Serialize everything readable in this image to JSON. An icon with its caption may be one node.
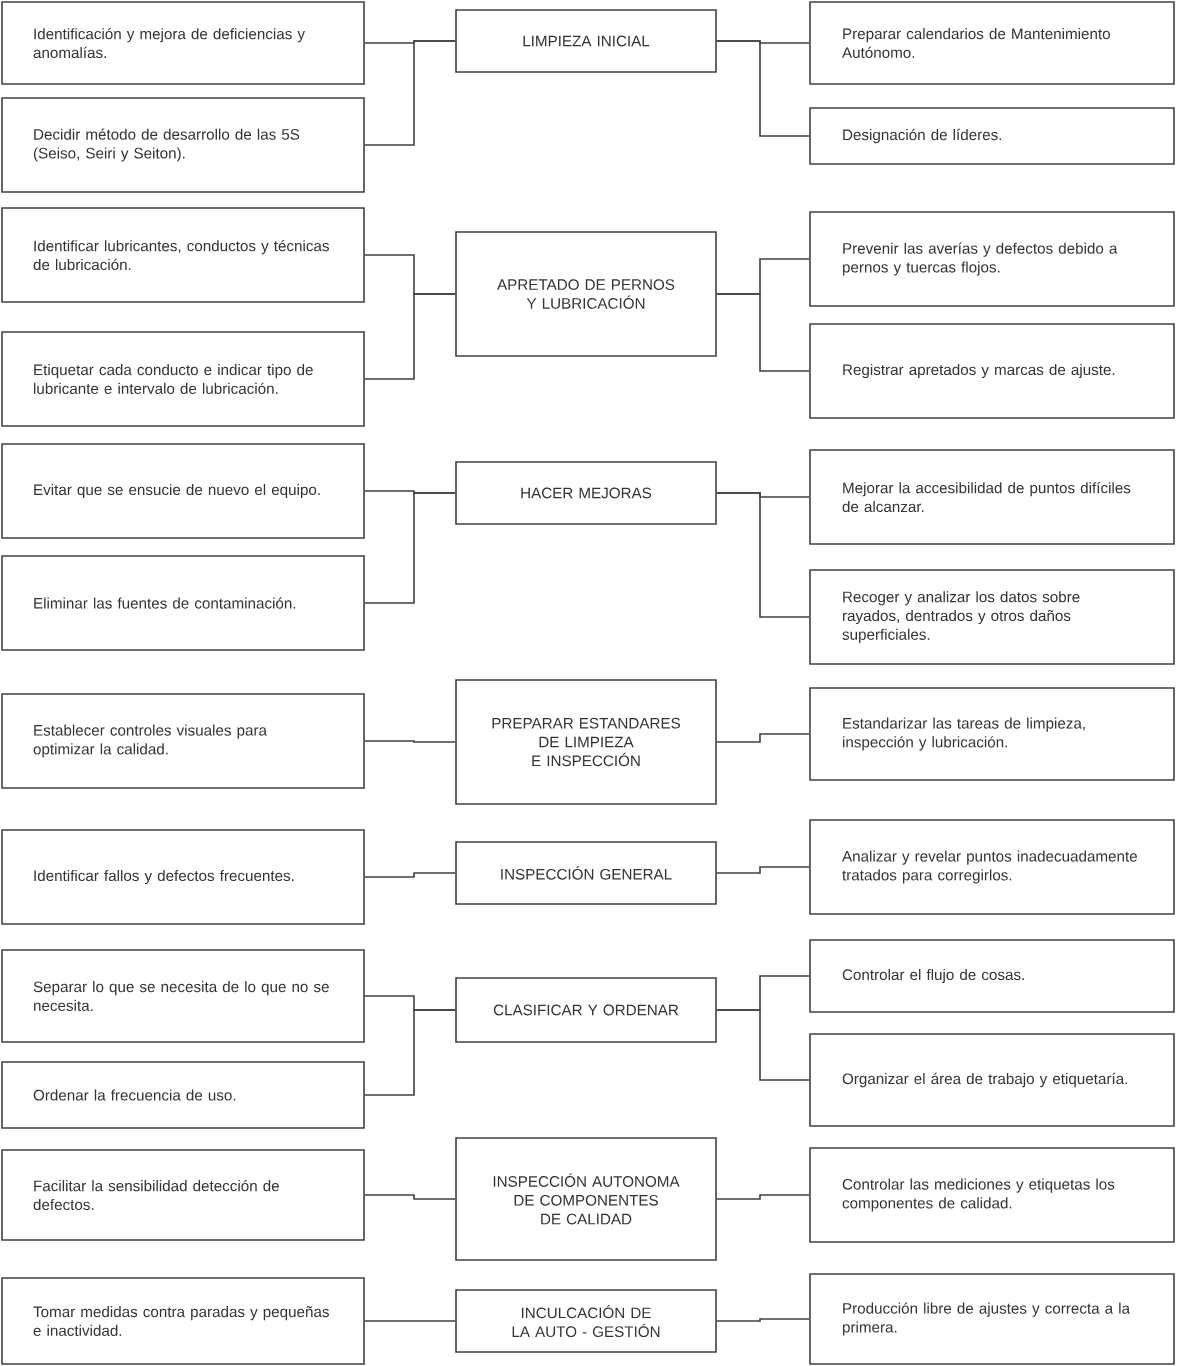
{
  "diagram": {
    "nodes": [
      {
        "text": [
          "Identificación y mejora de deficiencias y anomalías."
        ]
      },
      {
        "text": [
          "Decidir método de desarrollo de las 5S (Seiso, Seiri y Seiton)."
        ]
      },
      {
        "text": [
          "LIMPIEZA INICIAL"
        ]
      },
      {
        "text": [
          "Preparar calendarios de Mantenimiento Autónomo."
        ]
      },
      {
        "text": [
          "Designación de líderes."
        ]
      },
      {
        "text": [
          "Identificar lubricantes, conductos y técnicas de lubricación."
        ]
      },
      {
        "text": [
          "Etiquetar cada conducto e indicar tipo de lubricante e intervalo de lubricación."
        ]
      },
      {
        "text": [
          "APRETADO DE PERNOS Y LUBRICACIÓN"
        ]
      },
      {
        "text": [
          "Prevenir las averías y defectos debido a pernos y tuercas flojos."
        ]
      },
      {
        "text": [
          "Registrar apretados y marcas de ajuste."
        ]
      },
      {
        "text": [
          "Evitar que se ensucie de nuevo el equipo."
        ]
      },
      {
        "text": [
          "Eliminar las fuentes de contaminación."
        ]
      },
      {
        "text": [
          "HACER MEJORAS"
        ]
      },
      {
        "text": [
          "Mejorar la accesibilidad de puntos difíciles de alcanzar."
        ]
      },
      {
        "text": [
          "Recoger y analizar los datos sobre rayados, dentrados y otros daños superficiales."
        ]
      },
      {
        "text": [
          "Establecer controles visuales para optimizar la calidad."
        ]
      },
      {
        "text": [
          "PREPARAR ESTANDARES DE LIMPIEZA E INSPECCIÓN"
        ]
      },
      {
        "text": [
          "Estandarizar las tareas de limpieza, inspección y lubricación."
        ]
      },
      {
        "text": [
          "Identificar fallos y defectos frecuentes."
        ]
      },
      {
        "text": [
          "INSPECCIÓN GENERAL"
        ]
      },
      {
        "text": [
          "Analizar y revelar puntos inadecuadamente tratados para corregirlos."
        ]
      },
      {
        "text": [
          "Separar lo que se necesita de lo que no se necesita."
        ]
      },
      {
        "text": [
          "Ordenar la frecuencia de uso."
        ]
      },
      {
        "text": [
          "CLASIFICAR Y ORDENAR"
        ]
      },
      {
        "text": [
          "Controlar el flujo de cosas."
        ]
      },
      {
        "text": [
          "Organizar el área de trabajo y etiquetaría."
        ]
      },
      {
        "text": [
          "Facilitar la sensibilidad detección de defectos."
        ]
      },
      {
        "text": [
          "INSPECCIÓN AUTONOMA DE COMPONENTES DE CALIDAD"
        ]
      },
      {
        "text": [
          "Controlar las mediciones y etiquetas los componentes de calidad."
        ]
      },
      {
        "text": [
          "Tomar medidas contra paradas y pequeñas e inactividad."
        ]
      },
      {
        "text": [
          "INCULCACIÓN DE LA AUTO - GESTIÓN"
        ]
      },
      {
        "text": [
          "Producción libre de ajustes y correcta a la primera."
        ]
      }
    ],
    "edges": [
      {
        "from": 2,
        "to": 0,
        "arrow": "none"
      },
      {
        "from": 2,
        "to": 1,
        "arrow": "none"
      },
      {
        "from": 2,
        "to": 3,
        "arrow": "none"
      },
      {
        "from": 2,
        "to": 4,
        "arrow": "none"
      },
      {
        "from": 7,
        "to": 5,
        "arrow": "none"
      },
      {
        "from": 7,
        "to": 6,
        "arrow": "none"
      },
      {
        "from": 7,
        "to": 8,
        "arrow": "none"
      },
      {
        "from": 7,
        "to": 9,
        "arrow": "none"
      },
      {
        "from": 12,
        "to": 10,
        "arrow": "none"
      },
      {
        "from": 12,
        "to": 11,
        "arrow": "none"
      },
      {
        "from": 12,
        "to": 13,
        "arrow": "none"
      },
      {
        "from": 12,
        "to": 14,
        "arrow": "none"
      },
      {
        "from": 16,
        "to": 15,
        "arrow": "none"
      },
      {
        "from": 16,
        "to": 17,
        "arrow": "none"
      },
      {
        "from": 19,
        "to": 18,
        "arrow": "none"
      },
      {
        "from": 19,
        "to": 20,
        "arrow": "none"
      },
      {
        "from": 23,
        "to": 21,
        "arrow": "none"
      },
      {
        "from": 23,
        "to": 22,
        "arrow": "none"
      },
      {
        "from": 23,
        "to": 24,
        "arrow": "none"
      },
      {
        "from": 23,
        "to": 25,
        "arrow": "none"
      },
      {
        "from": 27,
        "to": 26,
        "arrow": "none"
      },
      {
        "from": 27,
        "to": 28,
        "arrow": "none"
      },
      {
        "from": 30,
        "to": 29,
        "arrow": "none"
      },
      {
        "from": 30,
        "to": 31,
        "arrow": "none"
      }
    ]
  }
}
